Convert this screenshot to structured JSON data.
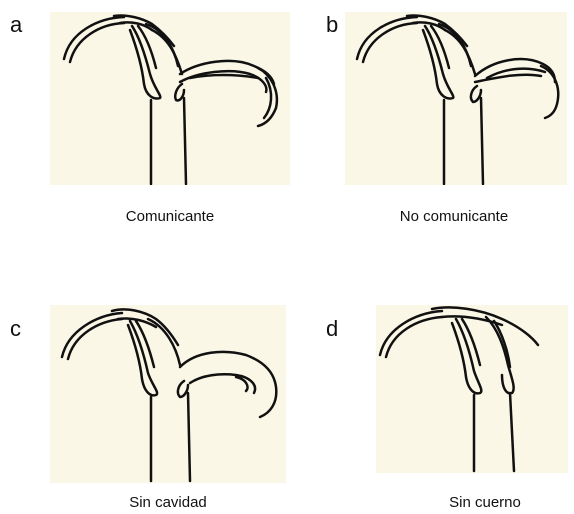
{
  "panels": [
    {
      "letter": "a",
      "caption": "Comunicante"
    },
    {
      "letter": "b",
      "caption": "No comunicante"
    },
    {
      "letter": "c",
      "caption": "Sin cavidad"
    },
    {
      "letter": "d",
      "caption": "Sin cuerno"
    }
  ],
  "colors": {
    "figure_background": "#fbf7e6",
    "ink": "#111111"
  }
}
